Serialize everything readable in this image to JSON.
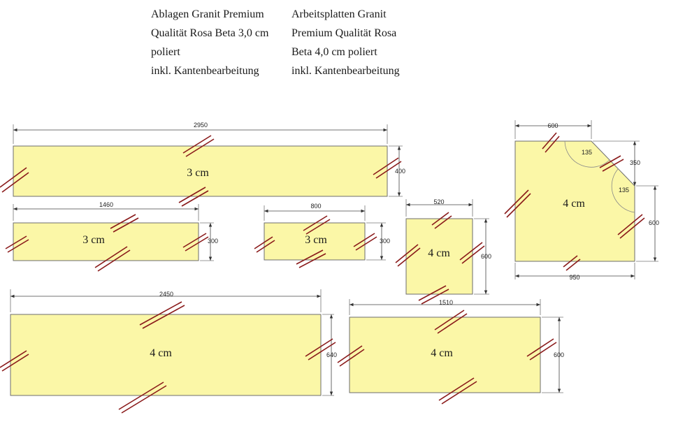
{
  "header": {
    "left_lines": [
      "Ablagen Granit Premium",
      "Qualität Rosa Beta 3,0 cm",
      "poliert",
      "inkl. Kantenbearbeitung"
    ],
    "right_lines": [
      "Arbeitsplatten Granit",
      "Premium Qualität Rosa",
      "Beta 4,0 cm poliert",
      "inkl. Kantenbearbeitung"
    ]
  },
  "slabs": [
    {
      "thickness": "3 cm",
      "width": "2950",
      "height": "400"
    },
    {
      "thickness": "3 cm",
      "width": "1460",
      "height": "300"
    },
    {
      "thickness": "3 cm",
      "width": "800",
      "height": "300"
    },
    {
      "thickness": "4 cm",
      "width": "520",
      "height": "600"
    },
    {
      "thickness": "4 cm",
      "width_top": "600",
      "width_bottom": "950",
      "diagonal_side": "350",
      "height": "600",
      "angle_1": "135",
      "angle_2": "135"
    },
    {
      "thickness": "4 cm",
      "width": "2450",
      "height": "640"
    },
    {
      "thickness": "4 cm",
      "width": "1510",
      "height": "600"
    }
  ],
  "colors": {
    "slab_fill": "#fbf7a7",
    "edge_mark": "#8a1a1a"
  }
}
